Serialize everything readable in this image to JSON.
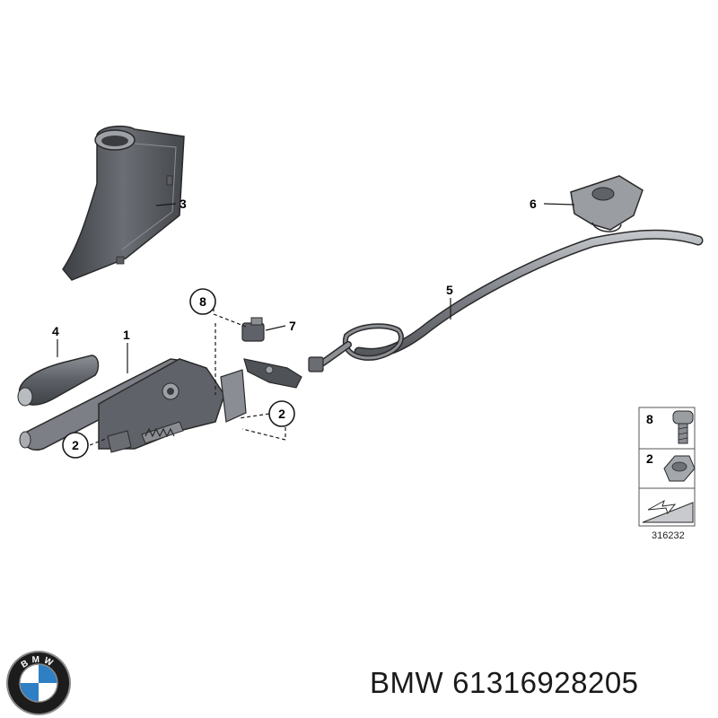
{
  "diagram": {
    "callouts": {
      "c1": "1",
      "c2a": "2",
      "c2b": "2",
      "c3": "3",
      "c4": "4",
      "c5": "5",
      "c6": "6",
      "c7": "7",
      "c8": "8"
    },
    "legend": {
      "row1_num": "8",
      "row2_num": "2",
      "ref_number": "316232"
    }
  },
  "caption": {
    "brand": "BMW",
    "part_number": "61316928205"
  },
  "logo": {
    "letters": "BMW",
    "colors": {
      "blue": "#2f7fc4",
      "white": "#ffffff",
      "ring": "#1c1c1c",
      "chrome": "#8a8a8a"
    }
  },
  "colors": {
    "part_dark": "#4a4d52",
    "part_mid": "#6e7177",
    "part_light": "#a4a7ac",
    "outline": "#2a2a2a"
  }
}
